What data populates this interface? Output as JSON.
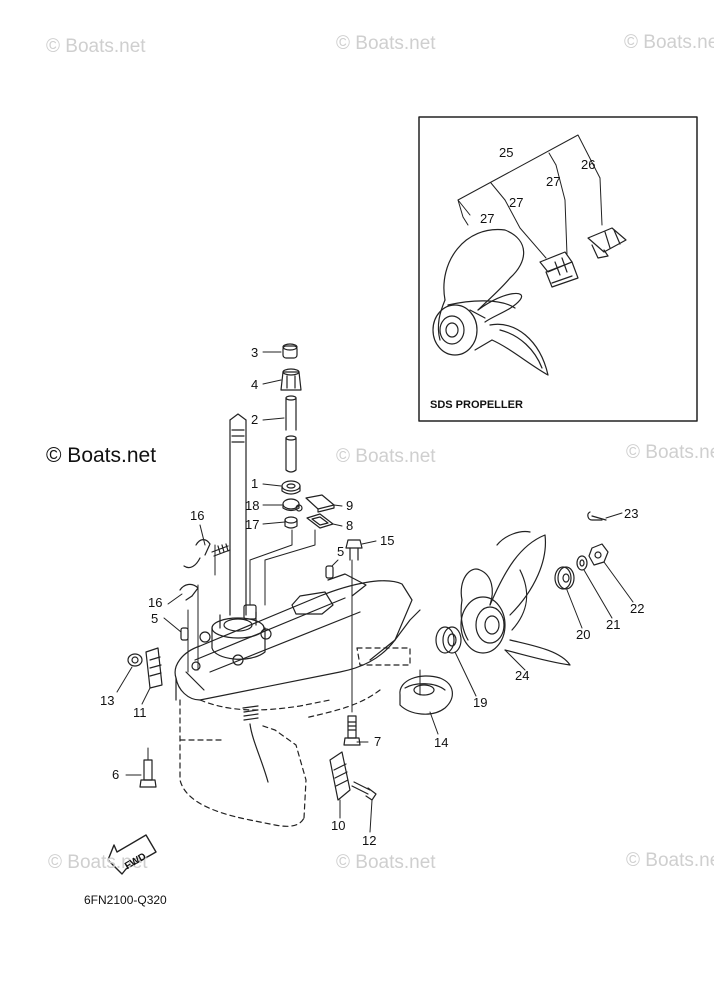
{
  "watermark": {
    "text": "© Boats.net",
    "main_text": "© Boats.net"
  },
  "diagram_code": "6FN2100-Q320",
  "inset": {
    "title": "SDS PROPELLER",
    "labels": [
      "25",
      "26",
      "27",
      "27",
      "27"
    ]
  },
  "fwd_label": "FWD",
  "part_labels": {
    "p1": "1",
    "p2": "2",
    "p3": "3",
    "p4": "4",
    "p5a": "5",
    "p5b": "5",
    "p6": "6",
    "p7": "7",
    "p8": "8",
    "p9": "9",
    "p10": "10",
    "p11": "11",
    "p12": "12",
    "p13": "13",
    "p14": "14",
    "p15": "15",
    "p16a": "16",
    "p16b": "16",
    "p17": "17",
    "p18": "18",
    "p19": "19",
    "p20": "20",
    "p21": "21",
    "p22": "22",
    "p23": "23",
    "p24": "24"
  }
}
